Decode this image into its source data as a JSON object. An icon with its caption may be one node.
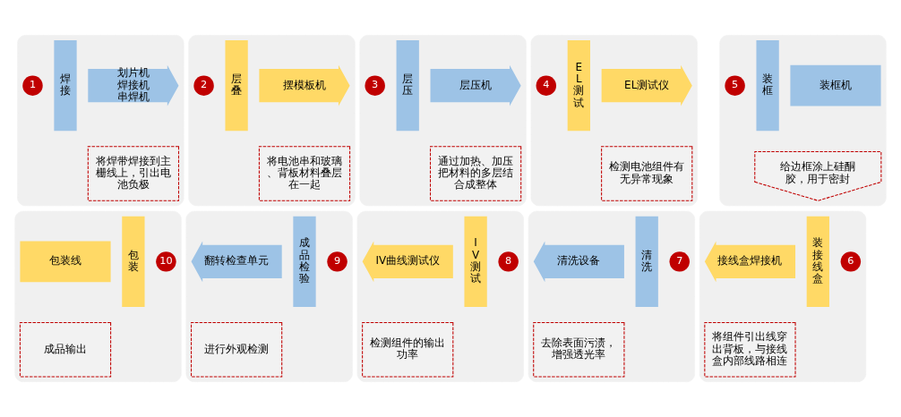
{
  "diagram": {
    "nodes": [
      {
        "text": [],
        "shape": "box"
      },
      {
        "text": [
          "1"
        ],
        "in": 0
      },
      {
        "text": [
          "焊接"
        ],
        "in": 0
      },
      {
        "text": [
          "划片机",
          "焊接机",
          "串焊机"
        ],
        "in": 0
      },
      {
        "text": [
          "将焊带焊接到主栅线上，引出电池负极"
        ],
        "in": 0
      },
      {
        "text": [],
        "shape": "box"
      },
      {
        "text": [
          "2"
        ],
        "in": 5
      },
      {
        "text": [
          "层叠"
        ],
        "in": 5
      },
      {
        "text": [
          "摆模板机"
        ],
        "in": 5
      },
      {
        "text": [
          "将电池串和玻璃、背板材料叠层在一起"
        ],
        "in": 5
      },
      {
        "text": [],
        "shape": "box"
      },
      {
        "text": [
          "3"
        ],
        "in": 10
      },
      {
        "text": [
          "层压"
        ],
        "in": 10
      },
      {
        "text": [
          "层压机"
        ],
        "in": 10
      },
      {
        "text": [
          "通过加热、加压把材料的多层结合成整体"
        ],
        "in": 10
      },
      {
        "text": [],
        "shape": "box"
      },
      {
        "text": [
          "4"
        ],
        "in": 15
      },
      {
        "text": [
          "EL测试"
        ],
        "in": 15
      },
      {
        "text": [
          "EL测试仪"
        ],
        "in": 15
      },
      {
        "text": [
          "检测电池组件有无异常现象"
        ],
        "in": 15
      },
      {
        "text": [],
        "shape": "box"
      },
      {
        "text": [
          "5"
        ],
        "in": 20
      },
      {
        "text": [
          "装框"
        ],
        "in": 20
      },
      {
        "text": [
          "装框机"
        ],
        "in": 20
      },
      {
        "text": [
          "给边框涂上硅酮胶，用于密封"
        ],
        "in": 20
      },
      {
        "text": [],
        "shape": "box"
      },
      {
        "text": [
          "6"
        ],
        "in": 25
      },
      {
        "text": [
          "装接线盒"
        ],
        "in": 25
      },
      {
        "text": [
          "接线盒焊接机"
        ],
        "in": 25
      },
      {
        "text": [
          "将组件引出线穿出背板，与接线盒内部线路相连"
        ],
        "in": 25
      },
      {
        "text": [],
        "shape": "box"
      },
      {
        "text": [
          "7"
        ],
        "in": 30
      },
      {
        "text": [
          "清洗"
        ],
        "in": 30
      },
      {
        "text": [
          "清洗设备"
        ],
        "in": 30
      },
      {
        "text": [
          "去除表面污渍，增强透光率"
        ],
        "in": 30
      },
      {
        "text": [],
        "shape": "box"
      },
      {
        "text": [
          "8"
        ],
        "in": 35
      },
      {
        "text": [
          "IV测试"
        ],
        "in": 35
      },
      {
        "text": [
          "IV曲线测试仪"
        ],
        "in": 35
      },
      {
        "text": [
          "检测组件的输出功率"
        ],
        "in": 35
      },
      {
        "text": [],
        "shape": "box"
      },
      {
        "text": [
          "9"
        ],
        "in": 40
      },
      {
        "text": [
          "成品检验"
        ],
        "in": 40
      },
      {
        "text": [
          "翻转检查单元"
        ],
        "in": 40
      },
      {
        "text": [
          "进行外观检测"
        ],
        "in": 40
      },
      {
        "text": [],
        "shape": "box"
      },
      {
        "text": [
          "10"
        ],
        "in": 45
      },
      {
        "text": [
          "包装"
        ],
        "in": 45
      },
      {
        "text": [
          "包装线"
        ],
        "in": 45
      },
      {
        "text": [
          "成品输出"
        ],
        "in": 45
      }
    ]
  }
}
